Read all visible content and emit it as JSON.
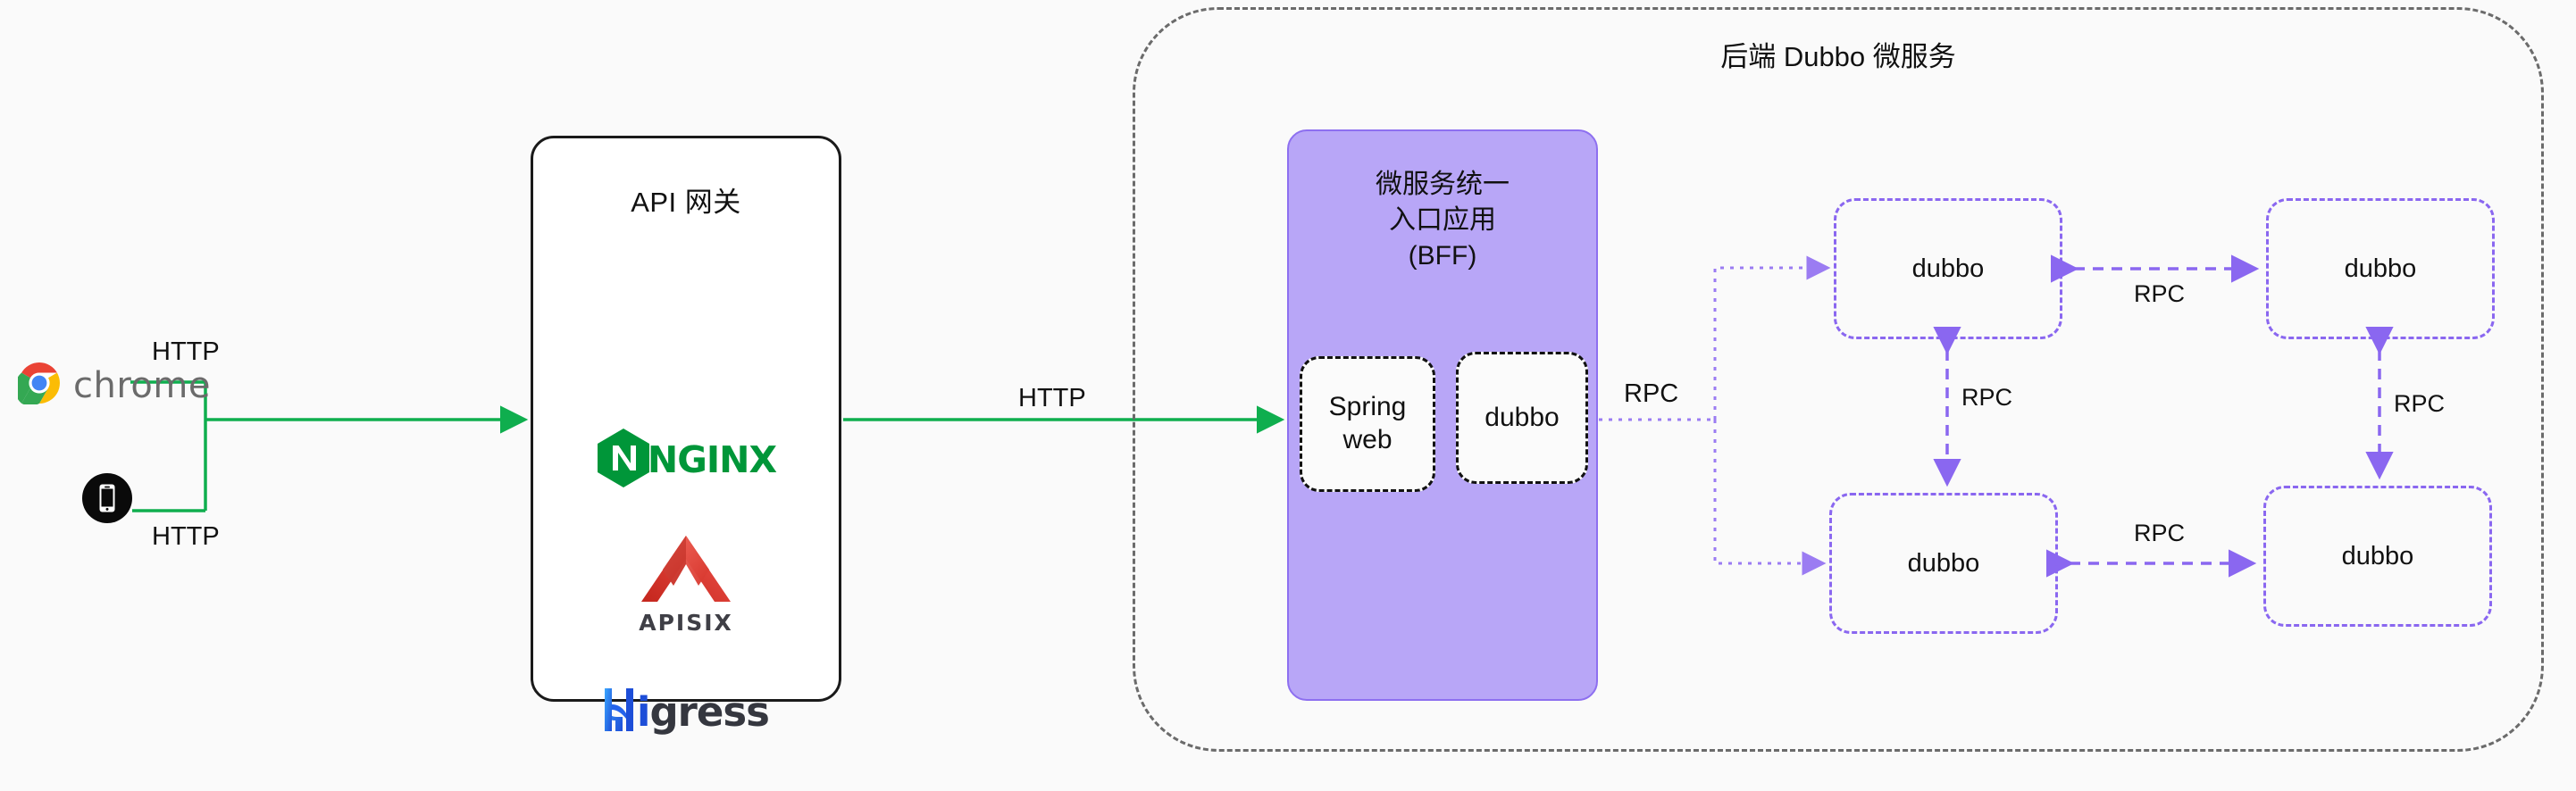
{
  "diagram": {
    "title_region_backend": "后端 Dubbo 微服务"
  },
  "clients": {
    "chrome": {
      "label": "chrome",
      "icon": "chrome-icon"
    },
    "mobile": {
      "label": "",
      "icon": "mobile-phone-icon"
    },
    "edges": [
      {
        "label": "HTTP",
        "from": "chrome",
        "to": "api-gateway"
      },
      {
        "label": "HTTP",
        "from": "mobile",
        "to": "api-gateway"
      }
    ]
  },
  "gateway": {
    "title": "API 网关",
    "products": [
      {
        "name": "NGINX",
        "word": "NGINX",
        "mark": "nginx-hex-icon",
        "color": "#009639"
      },
      {
        "name": "APISIX",
        "word": "APISIX",
        "mark": "apisix-chevron-icon",
        "color": "#E8443A"
      },
      {
        "name": "Higress",
        "word_prefix": "H",
        "word_i": "i",
        "word_rest": "gress",
        "mark": "higress-h-icon",
        "color": "#1d4ed8"
      }
    ]
  },
  "gateway_to_bff": {
    "label": "HTTP",
    "color": "#0fae4e"
  },
  "bff": {
    "title_lines": [
      "微服务统一",
      "入口应用",
      "(BFF)"
    ],
    "title": "微服务统一 入口应用 (BFF)",
    "components": [
      {
        "label": "Spring\nweb",
        "line1": "Spring",
        "line2": "web"
      },
      {
        "label": "dubbo"
      }
    ],
    "fill": "#b8a6f7"
  },
  "backend": {
    "title": "后端 Dubbo 微服务",
    "nodes": [
      {
        "id": "n1",
        "label": "dubbo"
      },
      {
        "id": "n2",
        "label": "dubbo"
      },
      {
        "id": "n3",
        "label": "dubbo"
      },
      {
        "id": "n4",
        "label": "dubbo"
      }
    ],
    "edges": [
      {
        "label": "RPC",
        "from": "bff-dubbo",
        "to": "n1",
        "style": "dotted"
      },
      {
        "label": "RPC",
        "from": "bff-dubbo",
        "to": "n3",
        "style": "dotted"
      },
      {
        "label": "RPC",
        "from": "n1",
        "to": "n2",
        "style": "dashed",
        "bidirectional": true
      },
      {
        "label": "RPC",
        "from": "n1",
        "to": "n3",
        "style": "dashed",
        "bidirectional": true
      },
      {
        "label": "RPC",
        "from": "n2",
        "to": "n4",
        "style": "dashed",
        "bidirectional": true
      },
      {
        "label": "RPC",
        "from": "n3",
        "to": "n4",
        "style": "dashed",
        "bidirectional": true
      }
    ],
    "edge_color": "#8a67f0"
  },
  "labels": {
    "http_top": "HTTP",
    "http_bottom": "HTTP",
    "http_mid": "HTTP",
    "rpc_bff": "RPC",
    "rpc_top": "RPC",
    "rpc_left": "RPC",
    "rpc_right": "RPC",
    "rpc_bottom": "RPC"
  },
  "colors": {
    "flow_green": "#0fae4e",
    "rpc_purple": "#8a67f0",
    "bff_purple": "#b8a6f7",
    "region_dash": "#6b6b6b",
    "text": "#111111"
  }
}
